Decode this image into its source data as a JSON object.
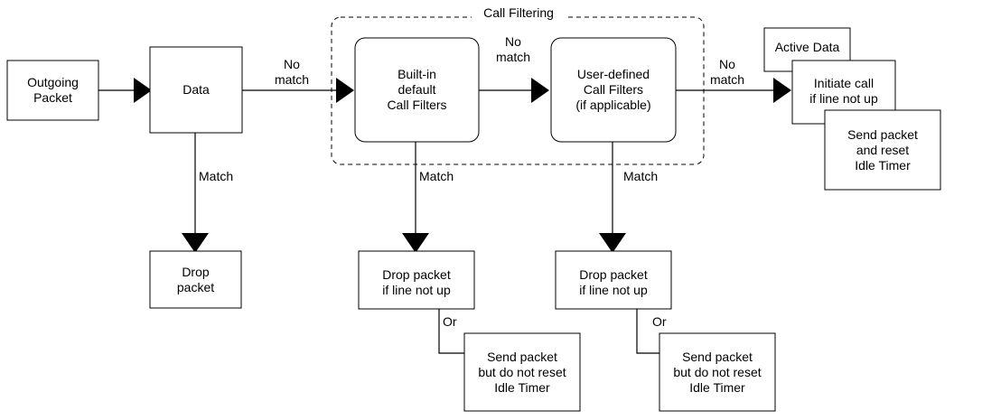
{
  "diagram": {
    "group": {
      "title": "Call Filtering"
    },
    "nodes": {
      "outgoing_packet": "Outgoing\nPacket",
      "data": "Data",
      "builtin_filters": "Built-in\ndefault\nCall Filters",
      "user_filters": "User-defined\nCall Filters\n(if applicable)",
      "active_data": "Active Data",
      "initiate_call": "Initiate call\nif line not up",
      "send_reset": "Send packet\nand reset\nIdle Timer",
      "drop_packet": "Drop\npacket",
      "drop_if_not_up_1": "Drop packet\nif line not up",
      "send_no_reset_1": "Send packet\nbut do not reset\nIdle Timer",
      "drop_if_not_up_2": "Drop packet\nif line not up",
      "send_no_reset_2": "Send packet\nbut do not reset\nIdle Timer"
    },
    "edges": {
      "no_match_1": "No\nmatch",
      "no_match_2": "No\nmatch",
      "no_match_3": "No\nmatch",
      "match_1": "Match",
      "match_2": "Match",
      "match_3": "Match",
      "or_1": "Or",
      "or_2": "Or"
    }
  }
}
